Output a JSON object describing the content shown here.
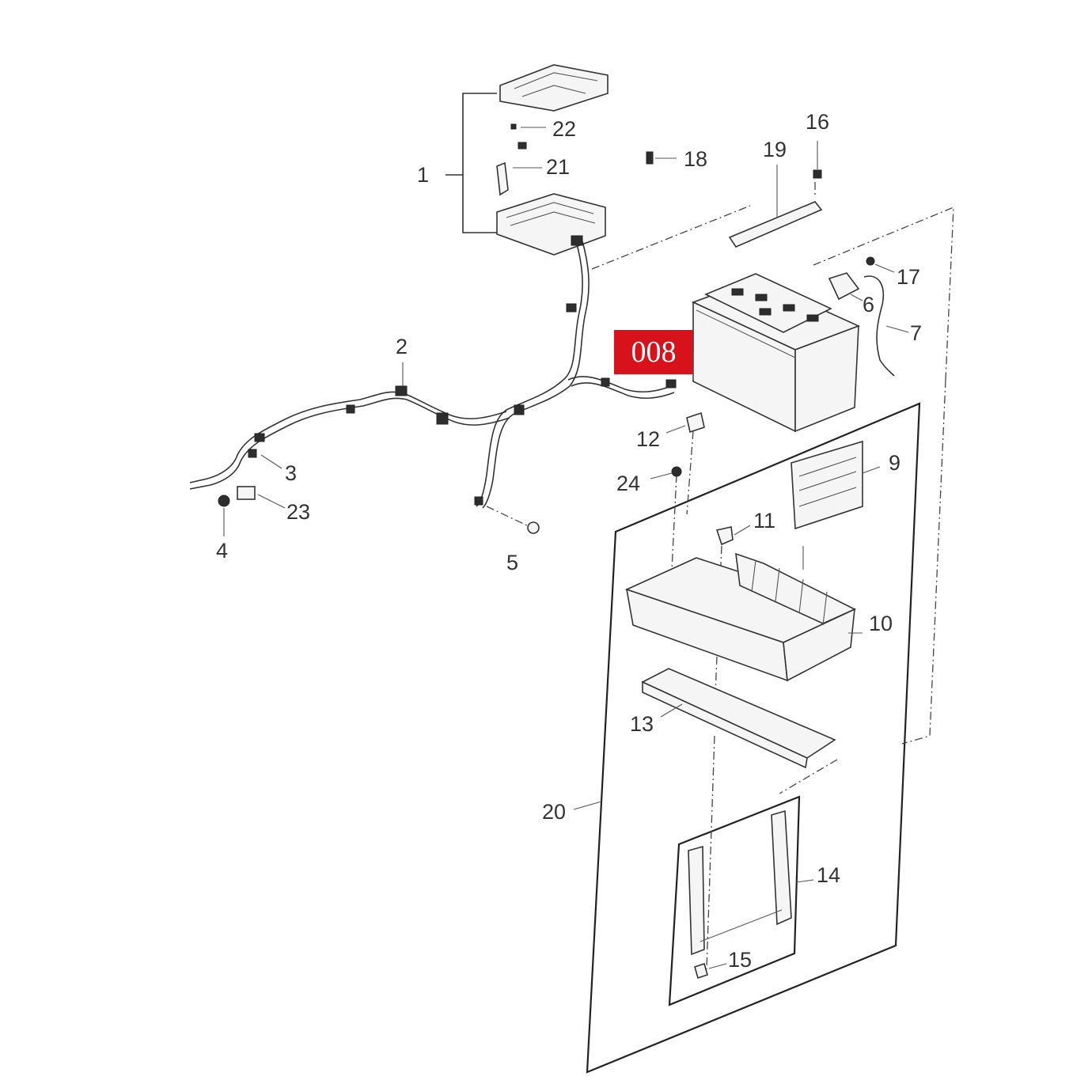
{
  "callout": {
    "text": "008",
    "color": "#d8121a"
  },
  "part_numbers": [
    {
      "id": "1",
      "label": "1"
    },
    {
      "id": "2",
      "label": "2"
    },
    {
      "id": "3",
      "label": "3"
    },
    {
      "id": "4",
      "label": "4"
    },
    {
      "id": "5",
      "label": "5"
    },
    {
      "id": "6",
      "label": "6"
    },
    {
      "id": "7",
      "label": "7"
    },
    {
      "id": "9",
      "label": "9"
    },
    {
      "id": "10",
      "label": "10"
    },
    {
      "id": "11",
      "label": "11"
    },
    {
      "id": "12",
      "label": "12"
    },
    {
      "id": "13",
      "label": "13"
    },
    {
      "id": "14",
      "label": "14"
    },
    {
      "id": "15",
      "label": "15"
    },
    {
      "id": "16",
      "label": "16"
    },
    {
      "id": "17",
      "label": "17"
    },
    {
      "id": "18",
      "label": "18"
    },
    {
      "id": "19",
      "label": "19"
    },
    {
      "id": "20",
      "label": "20"
    },
    {
      "id": "21",
      "label": "21"
    },
    {
      "id": "22",
      "label": "22"
    },
    {
      "id": "23",
      "label": "23"
    },
    {
      "id": "24",
      "label": "24"
    }
  ]
}
